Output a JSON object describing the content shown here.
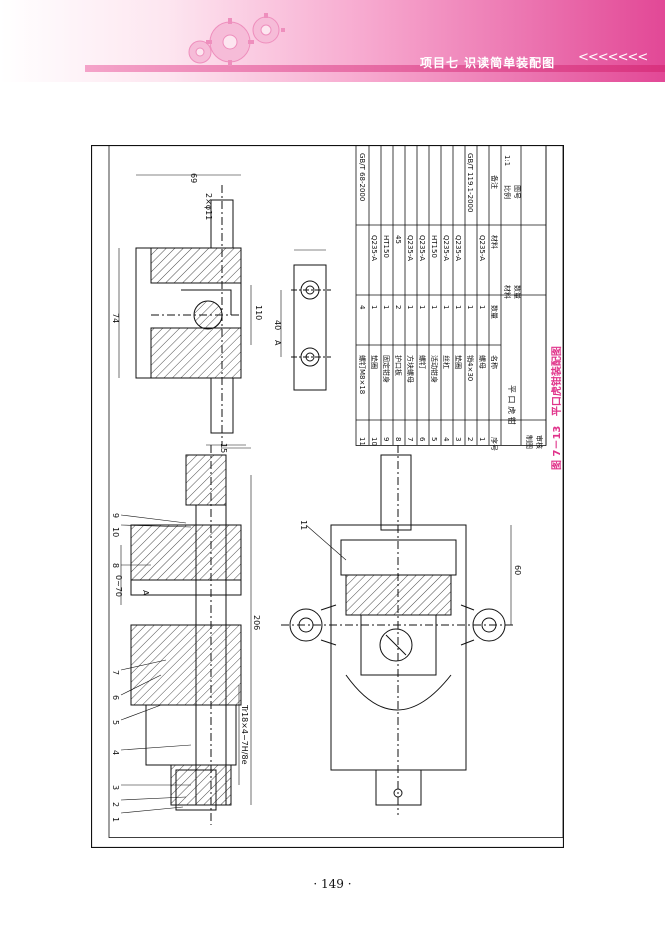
{
  "header": {
    "section_title": "项目七   识读简单装配图",
    "chevrons": "<<<<<<<",
    "brand_color": "#e24896"
  },
  "figure": {
    "caption_number": "图 7－13",
    "caption_title": "平口虎钳装配图"
  },
  "dimensions": {
    "d69": "69",
    "d2phi11": "2×φ11",
    "d74": "74",
    "d110": "110",
    "d40": "40",
    "dA": "A",
    "d15": "15",
    "d206": "206",
    "d0_70": "0~70",
    "dA2": "A",
    "thread": "Tr18×4−7H/8e",
    "d60": "60"
  },
  "balloons": [
    "1",
    "2",
    "3",
    "4",
    "5",
    "6",
    "7",
    "8",
    "9",
    "10",
    "11"
  ],
  "parts_list": {
    "rows": [
      {
        "no": "11",
        "name": "螺钉M8×18",
        "qty": "4",
        "material": "",
        "note": "GB/T 68-2000"
      },
      {
        "no": "10",
        "name": "垫圈",
        "qty": "1",
        "material": "Q235-A",
        "note": ""
      },
      {
        "no": "9",
        "name": "固定钳身",
        "qty": "1",
        "material": "HT150",
        "note": ""
      },
      {
        "no": "8",
        "name": "护口板",
        "qty": "2",
        "material": "45",
        "note": ""
      },
      {
        "no": "7",
        "name": "方块螺母",
        "qty": "1",
        "material": "Q235-A",
        "note": ""
      },
      {
        "no": "6",
        "name": "螺钉",
        "qty": "1",
        "material": "Q235-A",
        "note": ""
      },
      {
        "no": "5",
        "name": "活动钳身",
        "qty": "1",
        "material": "HT150",
        "note": ""
      },
      {
        "no": "4",
        "name": "丝杠",
        "qty": "1",
        "material": "Q235-A",
        "note": ""
      },
      {
        "no": "3",
        "name": "垫圈",
        "qty": "1",
        "material": "Q235-A",
        "note": ""
      },
      {
        "no": "2",
        "name": "销4×30",
        "qty": "1",
        "material": "",
        "note": "GB/T 119.1-2000"
      },
      {
        "no": "1",
        "name": "螺母",
        "qty": "1",
        "material": "Q235-A",
        "note": ""
      }
    ],
    "header": {
      "no": "序号",
      "name": "名称",
      "qty": "数量",
      "material": "材料",
      "note": "备注"
    },
    "title_block": {
      "name": "平 口 虎 钳",
      "scale_label": "比例",
      "scale_value": "1:1",
      "drawing_no_label": "图号",
      "material_label": "材料",
      "qty_label": "数量",
      "drawn_label": "制图",
      "checked_label": "审核"
    }
  },
  "page": {
    "number": "· 149 ·"
  }
}
